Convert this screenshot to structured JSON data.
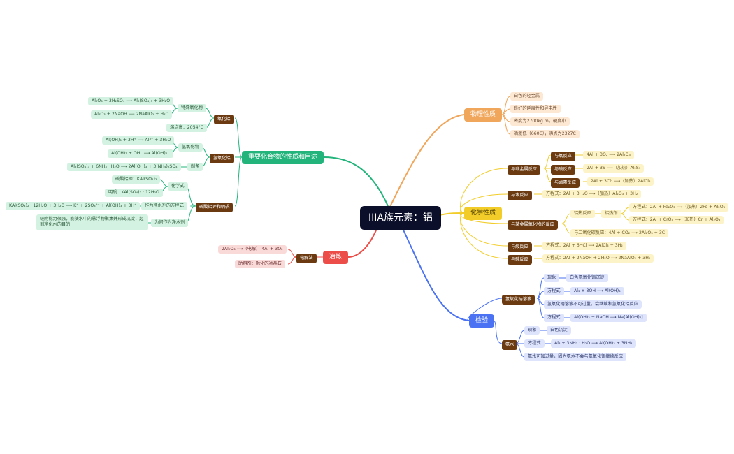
{
  "colors": {
    "root_bg": "#0b0f2a",
    "physical": "#f0a65b",
    "chemical": "#f2cd2a",
    "test": "#4a72f2",
    "smelt": "#ec4d48",
    "compounds": "#23b47c",
    "subtopic": "#6b3a10"
  },
  "root": "IIIA族元素：铝",
  "physical": {
    "label": "物理性质",
    "items": [
      "白色的轻金属",
      "良好的延展性和导电性",
      "密度为2700kg m，硬度小",
      "活泼低（660C），沸点为2327C"
    ]
  },
  "chemical": {
    "label": "化学性质",
    "nonmetal": {
      "label": "与非金属反应",
      "oxygen": {
        "label": "与氧反应",
        "eq": "4Al + 3O₂ ⟶ 2Al₂O₃"
      },
      "sulfur": {
        "label": "与硫反应",
        "eq": "2Al + 3S ⟶（加热）Al₂S₃"
      },
      "halogen": {
        "label": "与卤素反应",
        "eq": "2Al + 3Cl₂ ⟶（加热）2AlCl₃"
      }
    },
    "water": {
      "label": "与水反应",
      "eq": "方程式：2Al + 3H₂O ⟶（加热）Al₂O₃ + 3H₂"
    },
    "metal_oxide": {
      "label": "与某金属氧化物的反应",
      "thermite": "铝热反应",
      "thermite_agent": "铝热剂",
      "eq1": "方程式：2Al + Fe₂O₃ ⟶（加热）2Fe + Al₂O₃",
      "eq2": "方程式：2Al + CrO₃ ⟶（加热）Cr + Al₂O₃",
      "co2": "与二氧化碳反应：4Al + CO₂ ⟶ 2Al₂O₃ + 3C"
    },
    "acid": {
      "label": "与酸反应",
      "eq": "方程式：2Al + 6HCl ⟶ 2AlCl₃ + 3H₂"
    },
    "base": {
      "label": "与碱反应",
      "eq": "方程式：2Al + 2NaOH + 2H₂O ⟶ 2NaAlO₂ + 3H₂"
    }
  },
  "test": {
    "label": "检验",
    "naoh": {
      "label": "氢氧化钠溶液",
      "phenomenon": "现象",
      "phenomenon_val": "白色氢氧化铝沉淀",
      "eq1_label": "方程式",
      "eq1": "Al₃ + 3OH ⟶ Al(OH)₃",
      "note": "氢氧化钠溶液不可过量，会继续和氢氧化铝反应",
      "eq2_label": "方程式",
      "eq2": "Al(OH)₃ + NaOH ⟶ Na[Al(OH)₄]"
    },
    "ammonia": {
      "label": "氨水",
      "phenomenon": "现象",
      "phenomenon_val": "白色沉淀",
      "eq_label": "方程式",
      "eq": "Al₃ + 3NH₃ · H₂O ⟶ Al(OH)₃ + 3NH₄",
      "note": "氨水可加过量，因为氨水不会与氢氧化铝继续反应"
    }
  },
  "smelting": {
    "label": "冶炼",
    "electrolysis": "电解法",
    "eq": "2Al₂O₃ ⟶（电解） 4Al + 3O₂",
    "flux": "助熔剂：融化的冰晶石"
  },
  "compounds": {
    "label": "重要化合物的性质和用途",
    "oxide": {
      "label": "氧化铝",
      "special": "特殊氧化物",
      "eq1": "Al₂O₃ + 3H₂SO₄ ⟶ Al₂(SO₄)₃ + 3H₂O",
      "eq2": "Al₂O₃ + 2NaOH ⟶ 2NaAlO₂ + H₂O",
      "mp": "熔点高：2054°C"
    },
    "hydroxide": {
      "label": "氢氧化铝",
      "amphoteric": "氢氧化物",
      "eq1": "Al(OH)₃ + 3H⁺ ⟶ Al³⁺ + 3H₂O",
      "eq2": "Al(OH)₃ + OH⁻ ⟶ Al(OH)₄⁻",
      "prep": "制备",
      "eq3": "Al₂(SO₄)₃ + 6NH₃ · H₂O ⟶ 2Al(OH)₃ + 3(NH₄)₂SO₄"
    },
    "alum": {
      "label": "硫酸铝钾和明矾",
      "formula": "化学式",
      "f1": "硫酸铝钾：KAl(SO₄)₂",
      "f2": "明矾：KAl(SO₄)₂ · 12H₂O",
      "purifier_eq_label": "作为净水剂的方程式",
      "purifier_eq": "KAl(SO₄)₂ · 12H₂O + 3H₂O ⟶ K⁺ + 2SO₄²⁻ + Al(OH)₃ + 3H⁺",
      "why": "为何作为净水剂",
      "why_text": "吸附能力很强，能使水中的悬浮物聚集并形成沉淀，起到净化水的目的"
    }
  }
}
